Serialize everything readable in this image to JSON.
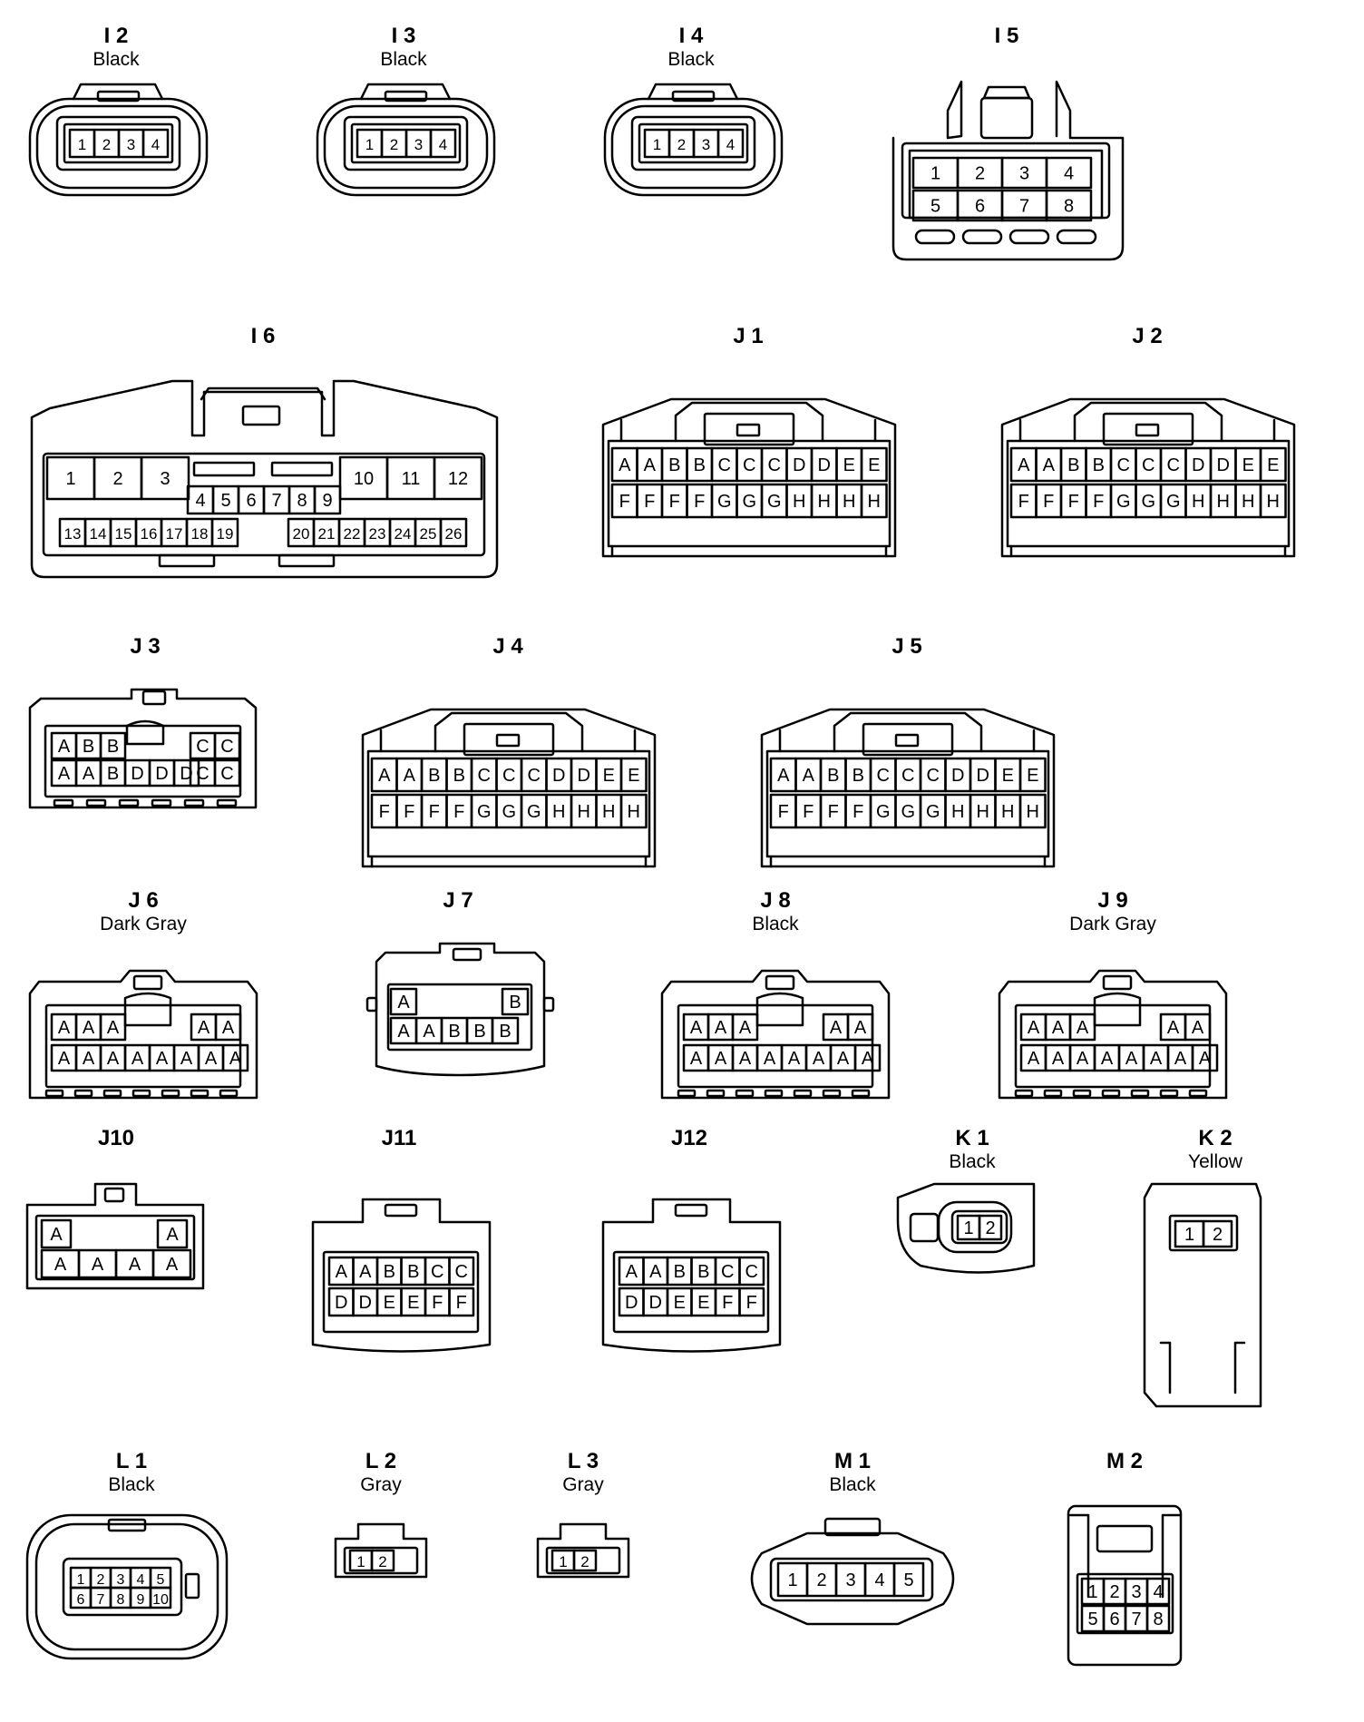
{
  "connectors": {
    "I2": {
      "id": "I 2",
      "color": "Black",
      "pins": [
        "1",
        "2",
        "3",
        "4"
      ]
    },
    "I3": {
      "id": "I 3",
      "color": "Black",
      "pins": [
        "1",
        "2",
        "3",
        "4"
      ]
    },
    "I4": {
      "id": "I 4",
      "color": "Black",
      "pins": [
        "1",
        "2",
        "3",
        "4"
      ]
    },
    "I5": {
      "id": "I 5",
      "pins": [
        "1",
        "2",
        "3",
        "4",
        "5",
        "6",
        "7",
        "8"
      ]
    },
    "I6": {
      "id": "I 6",
      "pins": [
        "1",
        "2",
        "3",
        "4",
        "5",
        "6",
        "7",
        "8",
        "9",
        "10",
        "11",
        "12",
        "13",
        "14",
        "15",
        "16",
        "17",
        "18",
        "19",
        "20",
        "21",
        "22",
        "23",
        "24",
        "25",
        "26"
      ]
    },
    "J1": {
      "id": "J 1",
      "pins": [
        "A",
        "A",
        "B",
        "B",
        "C",
        "C",
        "C",
        "D",
        "D",
        "E",
        "E",
        "F",
        "F",
        "F",
        "F",
        "G",
        "G",
        "G",
        "H",
        "H",
        "H",
        "H"
      ]
    },
    "J2": {
      "id": "J 2",
      "pins": [
        "A",
        "A",
        "B",
        "B",
        "C",
        "C",
        "C",
        "D",
        "D",
        "E",
        "E",
        "F",
        "F",
        "F",
        "F",
        "G",
        "G",
        "G",
        "H",
        "H",
        "H",
        "H"
      ]
    },
    "J3": {
      "id": "J 3",
      "pins": [
        "A",
        "B",
        "B",
        "C",
        "C",
        "A",
        "A",
        "B",
        "D",
        "D",
        "D",
        "C",
        "C"
      ]
    },
    "J4": {
      "id": "J 4",
      "pins": [
        "A",
        "A",
        "B",
        "B",
        "C",
        "C",
        "C",
        "D",
        "D",
        "E",
        "E",
        "F",
        "F",
        "F",
        "F",
        "G",
        "G",
        "G",
        "H",
        "H",
        "H",
        "H"
      ]
    },
    "J5": {
      "id": "J 5",
      "pins": [
        "A",
        "A",
        "B",
        "B",
        "C",
        "C",
        "C",
        "D",
        "D",
        "E",
        "E",
        "F",
        "F",
        "F",
        "F",
        "G",
        "G",
        "G",
        "H",
        "H",
        "H",
        "H"
      ]
    },
    "J6": {
      "id": "J 6",
      "color": "Dark Gray",
      "pins": [
        "A",
        "A",
        "A",
        "A",
        "A",
        "A",
        "A",
        "A",
        "A",
        "A",
        "A",
        "A",
        "A"
      ]
    },
    "J7": {
      "id": "J 7",
      "pins": [
        "A",
        "B",
        "A",
        "A",
        "B",
        "B",
        "B"
      ]
    },
    "J8": {
      "id": "J 8",
      "color": "Black",
      "pins": [
        "A",
        "A",
        "A",
        "A",
        "A",
        "A",
        "A",
        "A",
        "A",
        "A",
        "A",
        "A",
        "A"
      ]
    },
    "J9": {
      "id": "J 9",
      "color": "Dark Gray",
      "pins": [
        "A",
        "A",
        "A",
        "A",
        "A",
        "A",
        "A",
        "A",
        "A",
        "A",
        "A",
        "A",
        "A"
      ]
    },
    "J10": {
      "id": "J10",
      "pins": [
        "A",
        "A",
        "A",
        "A",
        "A",
        "A"
      ]
    },
    "J11": {
      "id": "J11",
      "pins": [
        "A",
        "A",
        "B",
        "B",
        "C",
        "C",
        "D",
        "D",
        "E",
        "E",
        "F",
        "F"
      ]
    },
    "J12": {
      "id": "J12",
      "pins": [
        "A",
        "A",
        "B",
        "B",
        "C",
        "C",
        "D",
        "D",
        "E",
        "E",
        "F",
        "F"
      ]
    },
    "K1": {
      "id": "K 1",
      "color": "Black",
      "pins": [
        "1",
        "2"
      ]
    },
    "K2": {
      "id": "K 2",
      "color": "Yellow",
      "pins": [
        "1",
        "2"
      ]
    },
    "L1": {
      "id": "L 1",
      "color": "Black",
      "pins": [
        "1",
        "2",
        "3",
        "4",
        "5",
        "6",
        "7",
        "8",
        "9",
        "10"
      ]
    },
    "L2": {
      "id": "L 2",
      "color": "Gray",
      "pins": [
        "1",
        "2"
      ]
    },
    "L3": {
      "id": "L 3",
      "color": "Gray",
      "pins": [
        "1",
        "2"
      ]
    },
    "M1": {
      "id": "M 1",
      "color": "Black",
      "pins": [
        "1",
        "2",
        "3",
        "4",
        "5"
      ]
    },
    "M2": {
      "id": "M 2",
      "pins": [
        "1",
        "2",
        "3",
        "4",
        "5",
        "6",
        "7",
        "8"
      ]
    }
  }
}
